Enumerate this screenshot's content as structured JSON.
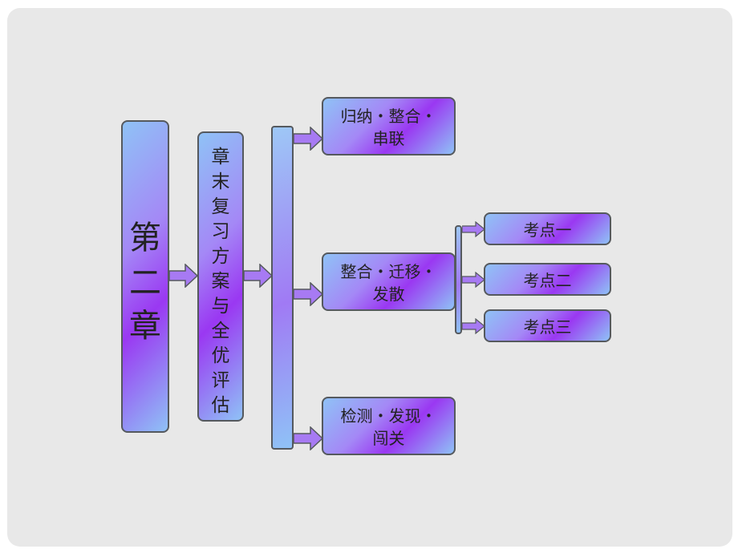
{
  "chapter": {
    "chars": [
      "第",
      "二",
      "章"
    ]
  },
  "summary": {
    "chars": [
      "章",
      "末",
      "复",
      "习",
      "方",
      "案",
      "与",
      "全",
      "优",
      "评",
      "估"
    ]
  },
  "branches": [
    {
      "line1": "归纳・整合・",
      "line2": "串联"
    },
    {
      "line1": "整合・迁移・",
      "line2": "发散"
    },
    {
      "line1": "检测・发现・",
      "line2": "闯关"
    }
  ],
  "points": [
    "考点一",
    "考点二",
    "考点三"
  ],
  "colors": {
    "box_light": "#8fc2f6",
    "box_purple": "#9a38f2",
    "border": "#55595e",
    "arrow": "#a77af3"
  }
}
